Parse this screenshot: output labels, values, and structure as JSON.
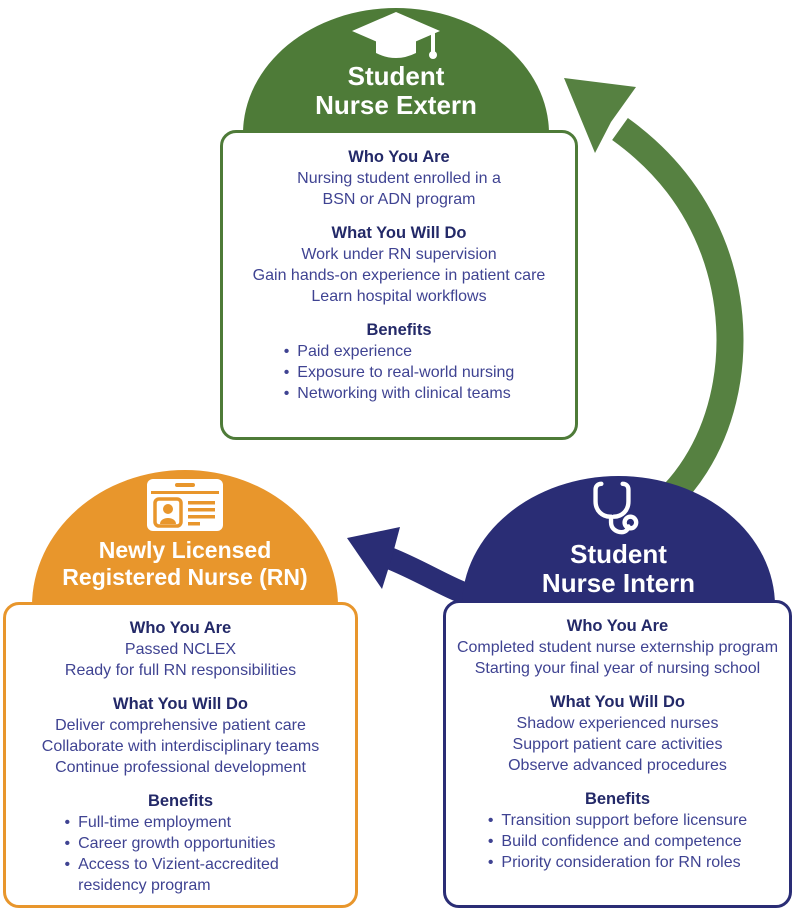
{
  "colors": {
    "green": "#4e7b38",
    "orange": "#e8962c",
    "navy": "#2a2d75",
    "heading_text": "#232968",
    "body_text": "#3f4392",
    "white": "#ffffff"
  },
  "glyphs": {
    "bullet": "•"
  },
  "labels": {
    "who": "Who You Are",
    "what": "What You Will Do",
    "benefits": "Benefits"
  },
  "stages": {
    "extern": {
      "icon": "graduation-cap-icon",
      "title": [
        "Student",
        "Nurse Extern"
      ],
      "who": [
        "Nursing student enrolled in a",
        "BSN or ADN program"
      ],
      "what": [
        "Work under RN supervision",
        "Gain hands-on experience in patient care",
        "Learn hospital workflows"
      ],
      "benefits": [
        "Paid experience",
        "Exposure to real-world nursing",
        "Networking with clinical teams"
      ]
    },
    "intern": {
      "icon": "stethoscope-icon",
      "title": [
        "Student",
        "Nurse Intern"
      ],
      "who": [
        "Completed student nurse externship program",
        "Starting your final year of nursing school"
      ],
      "what": [
        "Shadow experienced nurses",
        "Support patient care activities",
        "Observe advanced procedures"
      ],
      "benefits": [
        "Transition support before licensure",
        "Build confidence and competence",
        "Priority consideration for RN roles"
      ]
    },
    "rn": {
      "icon": "id-badge-icon",
      "title": [
        "Newly Licensed",
        "Registered Nurse (RN)"
      ],
      "who": [
        "Passed NCLEX",
        "Ready for full RN responsibilities"
      ],
      "what": [
        "Deliver comprehensive patient care",
        "Collaborate with interdisciplinary teams",
        "Continue professional development"
      ],
      "benefits": [
        "Full-time employment",
        "Career growth opportunities",
        "Access to Vizient-accredited residency program"
      ]
    }
  },
  "arrows": {
    "intern_to_extern": "green-curved-arrow",
    "intern_to_rn": "navy-curved-arrow"
  }
}
